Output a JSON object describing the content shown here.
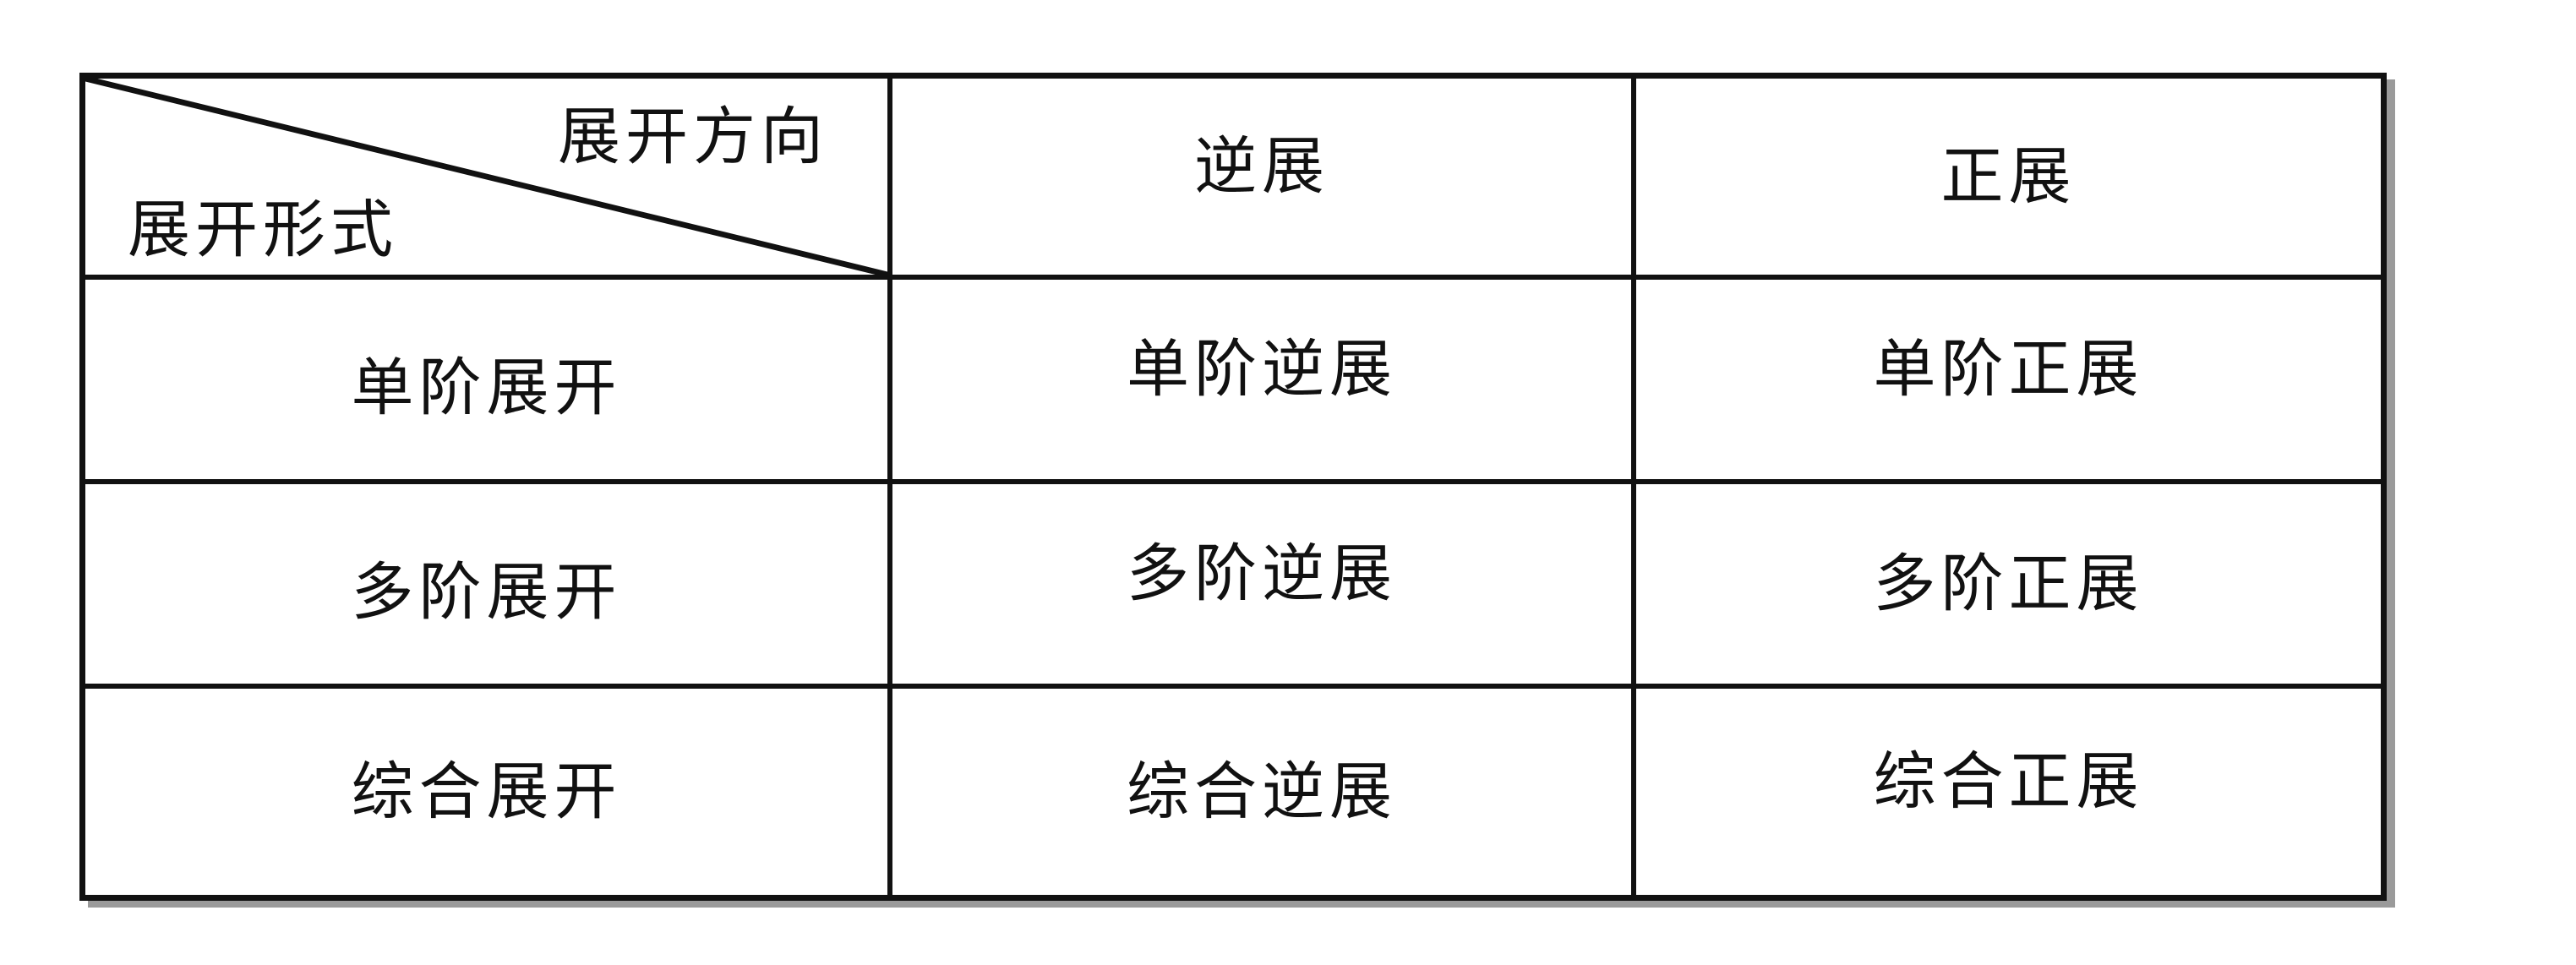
{
  "table": {
    "header": {
      "corner_top": "展开方向",
      "corner_bottom": "展开形式",
      "columns": [
        "逆展",
        "正展"
      ]
    },
    "rows": [
      {
        "form": "单阶展开",
        "cells": [
          "单阶逆展",
          "单阶正展"
        ]
      },
      {
        "form": "多阶展开",
        "cells": [
          "多阶逆展",
          "多阶正展"
        ]
      },
      {
        "form": "综合展开",
        "cells": [
          "综合逆展",
          "综合正展"
        ]
      }
    ]
  }
}
